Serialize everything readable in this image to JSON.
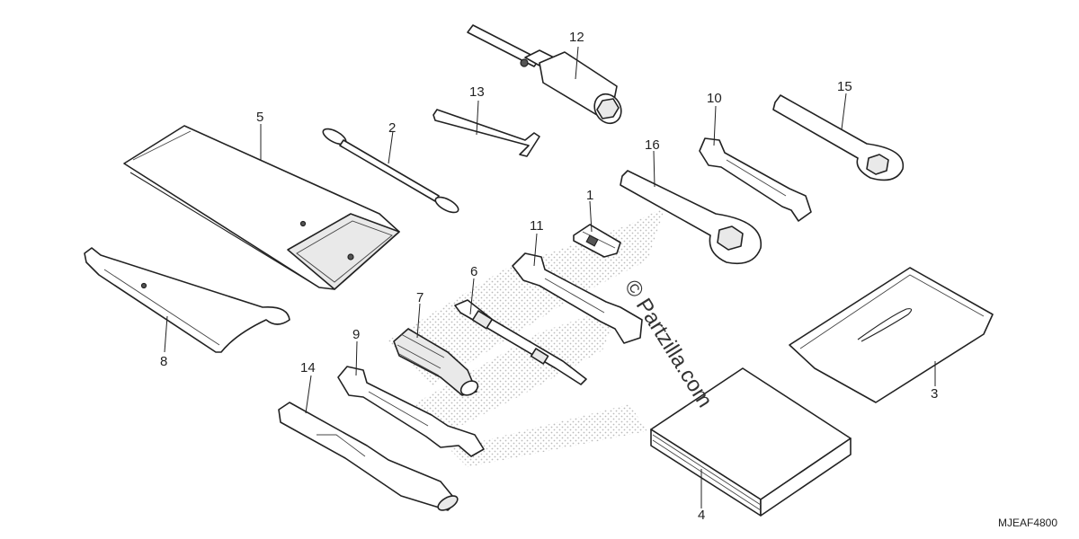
{
  "callouts": {
    "c1": "1",
    "c2": "2",
    "c3": "3",
    "c4": "4",
    "c5": "5",
    "c6": "6",
    "c7": "7",
    "c8": "8",
    "c9": "9",
    "c10": "10",
    "c11": "11",
    "c12": "12",
    "c13": "13",
    "c14": "14",
    "c15": "15",
    "c16": "16"
  },
  "diagram_code": "MJEAF4800",
  "watermark": "© Partzilla.com",
  "parts": [
    {
      "id": "1",
      "icon": "fuse-clip-icon"
    },
    {
      "id": "2",
      "icon": "helmet-cable-icon"
    },
    {
      "id": "3",
      "icon": "tool-bag-icon"
    },
    {
      "id": "4",
      "icon": "owners-manual-icon"
    },
    {
      "id": "5",
      "icon": "tool-case-icon"
    },
    {
      "id": "6",
      "icon": "screwdriver-bit-icon"
    },
    {
      "id": "7",
      "icon": "screwdriver-grip-icon"
    },
    {
      "id": "8",
      "icon": "pin-spanner-icon"
    },
    {
      "id": "9",
      "icon": "open-end-wrench-icon"
    },
    {
      "id": "10",
      "icon": "open-end-wrench-icon"
    },
    {
      "id": "11",
      "icon": "open-end-wrench-icon"
    },
    {
      "id": "12",
      "icon": "spark-plug-wrench-icon"
    },
    {
      "id": "13",
      "icon": "hex-key-icon"
    },
    {
      "id": "14",
      "icon": "extension-bar-icon"
    },
    {
      "id": "15",
      "icon": "box-wrench-icon"
    },
    {
      "id": "16",
      "icon": "box-wrench-icon"
    }
  ]
}
